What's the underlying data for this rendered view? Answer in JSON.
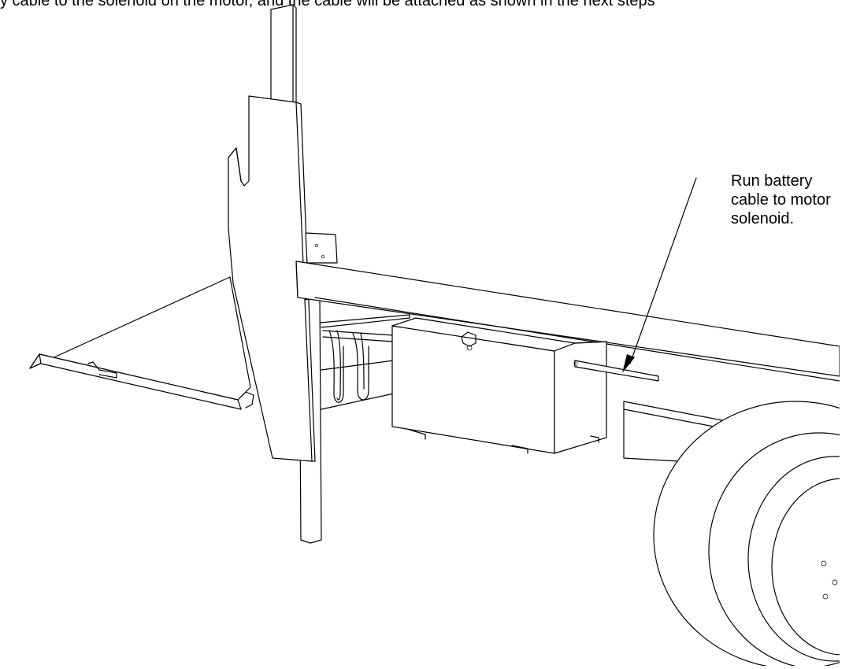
{
  "header": {
    "instruction_fragment": "y cable to the solenoid on the motor, and the cable will be attached as shown in the next steps"
  },
  "callout": {
    "line1": "Run battery",
    "line2": "cable to motor",
    "line3": "solenoid."
  }
}
